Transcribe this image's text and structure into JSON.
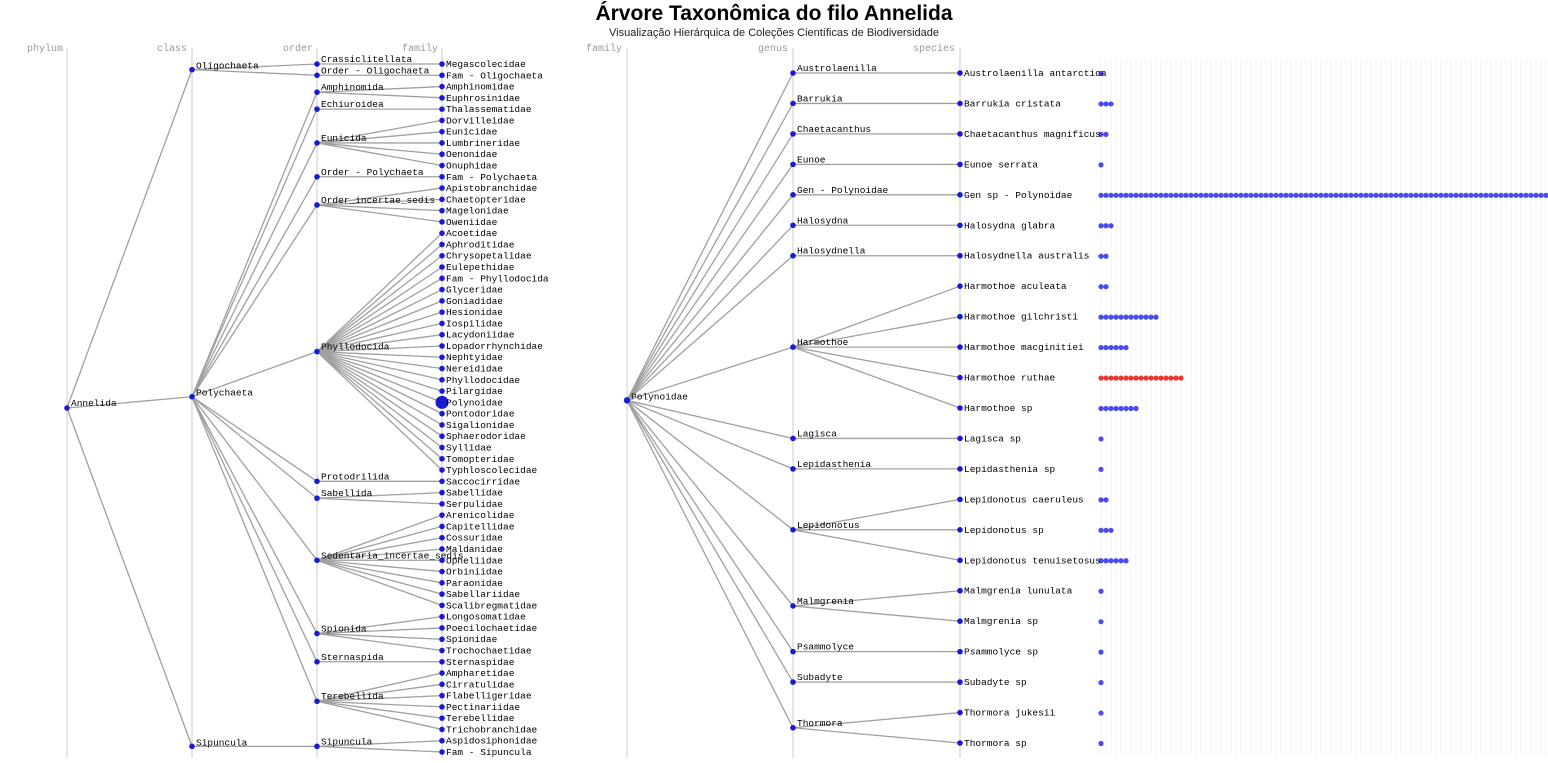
{
  "title": "Árvore Taxonômica do filo Annelida",
  "subtitle": "Visualização Hierárquica de Coleções Científicas de Biodiversidade",
  "colors": {
    "link": "#a0a0a0",
    "node": "#1a1ad6",
    "dot": "#4a4aee",
    "highlight": "#ee3333",
    "axis": "#cccccc",
    "header": "#9a9a9a"
  },
  "left_tree": {
    "levels": [
      "phylum",
      "class",
      "order",
      "family"
    ],
    "root": "Annelida",
    "classes": [
      {
        "name": "Oligochaeta",
        "orders": [
          {
            "name": "Crassiclitellata",
            "families": [
              "Megascolecidae"
            ]
          },
          {
            "name": "Order - Oligochaeta",
            "families": [
              "Fam - Oligochaeta"
            ]
          }
        ]
      },
      {
        "name": "Polychaeta",
        "orders": [
          {
            "name": "Amphinomida",
            "families": [
              "Amphinomidae",
              "Euphrosinidae"
            ]
          },
          {
            "name": "Echiuroidea",
            "families": [
              "Thalassematidae"
            ]
          },
          {
            "name": "Eunicida",
            "families": [
              "Dorvilleidae",
              "Eunicidae",
              "Lumbrineridae",
              "Oenonidae",
              "Onuphidae"
            ]
          },
          {
            "name": "Order - Polychaeta",
            "families": [
              "Fam - Polychaeta"
            ]
          },
          {
            "name": "Order_incertae_sedis",
            "families": [
              "Apistobranchidae",
              "Chaetopteridae",
              "Magelonidae",
              "Oweniidae"
            ]
          },
          {
            "name": "Phyllodocida",
            "families": [
              "Acoetidae",
              "Aphroditidae",
              "Chrysopetalidae",
              "Eulepethidae",
              "Fam - Phyllodocida",
              "Glyceridae",
              "Goniadidae",
              "Hesionidae",
              "Iospilidae",
              "Lacydoniidae",
              "Lopadorrhynchidae",
              "Nephtyidae",
              "Nereididae",
              "Phyllodocidae",
              "Pilargidae",
              "Polynoidae",
              "Pontodoridae",
              "Sigalionidae",
              "Sphaerodoridae",
              "Syllidae",
              "Tomopteridae",
              "Typhloscolecidae"
            ]
          },
          {
            "name": "Protodrilida",
            "families": [
              "Saccocirridae"
            ]
          },
          {
            "name": "Sabellida",
            "families": [
              "Sabellidae",
              "Serpulidae"
            ]
          },
          {
            "name": "Sedentaria_incertae_sedis",
            "families": [
              "Arenicolidae",
              "Capitellidae",
              "Cossuridae",
              "Maldanidae",
              "Opheliidae",
              "Orbiniidae",
              "Paraonidae",
              "Sabellariidae",
              "Scalibregmatidae"
            ]
          },
          {
            "name": "Spionida",
            "families": [
              "Longosomatidae",
              "Poecilochaetidae",
              "Spionidae",
              "Trochochaetidae"
            ]
          },
          {
            "name": "Sternaspida",
            "families": [
              "Sternaspidae"
            ]
          },
          {
            "name": "Terebellida",
            "families": [
              "Ampharetidae",
              "Cirratulidae",
              "Flabelligeridae",
              "Pectinariidae",
              "Terebellidae",
              "Trichobranchidae"
            ]
          }
        ]
      },
      {
        "name": "Sipuncula",
        "orders": [
          {
            "name": "Sipuncula",
            "families": [
              "Aspidosiphonidae",
              "Fam - Sipuncula"
            ]
          }
        ]
      }
    ],
    "selected_family": "Polynoidae"
  },
  "right_tree": {
    "levels": [
      "family",
      "genus",
      "species"
    ],
    "root": "Polynoidae",
    "genera": [
      {
        "name": "Austrolaenilla",
        "species": [
          {
            "name": "Austrolaenilla antarctica",
            "count": 1
          }
        ]
      },
      {
        "name": "Barrukia",
        "species": [
          {
            "name": "Barrukia cristata",
            "count": 3
          }
        ]
      },
      {
        "name": "Chaetacanthus",
        "species": [
          {
            "name": "Chaetacanthus magnificus",
            "count": 2
          }
        ]
      },
      {
        "name": "Eunoe",
        "species": [
          {
            "name": "Eunoe serrata",
            "count": 1
          }
        ]
      },
      {
        "name": "Gen - Polynoidae",
        "species": [
          {
            "name": "Gen sp - Polynoidae",
            "count": 90
          }
        ]
      },
      {
        "name": "Halosydna",
        "species": [
          {
            "name": "Halosydna glabra",
            "count": 3
          }
        ]
      },
      {
        "name": "Halosydnella",
        "species": [
          {
            "name": "Halosydnella australis",
            "count": 2
          }
        ]
      },
      {
        "name": "Harmothoe",
        "species": [
          {
            "name": "Harmothoe aculeata",
            "count": 2
          },
          {
            "name": "Harmothoe gilchristi",
            "count": 12
          },
          {
            "name": "Harmothoe macginitiei",
            "count": 6
          },
          {
            "name": "Harmothoe ruthae",
            "count": 17,
            "highlight": true
          },
          {
            "name": "Harmothoe sp",
            "count": 8
          }
        ]
      },
      {
        "name": "Lagisca",
        "species": [
          {
            "name": "Lagisca sp",
            "count": 1
          }
        ]
      },
      {
        "name": "Lepidasthenia",
        "species": [
          {
            "name": "Lepidasthenia sp",
            "count": 1
          }
        ]
      },
      {
        "name": "Lepidonotus",
        "species": [
          {
            "name": "Lepidonotus caeruleus",
            "count": 2
          },
          {
            "name": "Lepidonotus sp",
            "count": 3
          },
          {
            "name": "Lepidonotus tenuisetosus",
            "count": 6
          }
        ]
      },
      {
        "name": "Malmgrenia",
        "species": [
          {
            "name": "Malmgrenia lunulata",
            "count": 1
          },
          {
            "name": "Malmgrenia sp",
            "count": 1
          }
        ]
      },
      {
        "name": "Psammolyce",
        "species": [
          {
            "name": "Psammolyce sp",
            "count": 1
          }
        ]
      },
      {
        "name": "Subadyte",
        "species": [
          {
            "name": "Subadyte sp",
            "count": 1
          }
        ]
      },
      {
        "name": "Thormora",
        "species": [
          {
            "name": "Thormora jukesii",
            "count": 1
          },
          {
            "name": "Thormora sp",
            "count": 1
          }
        ]
      }
    ]
  }
}
